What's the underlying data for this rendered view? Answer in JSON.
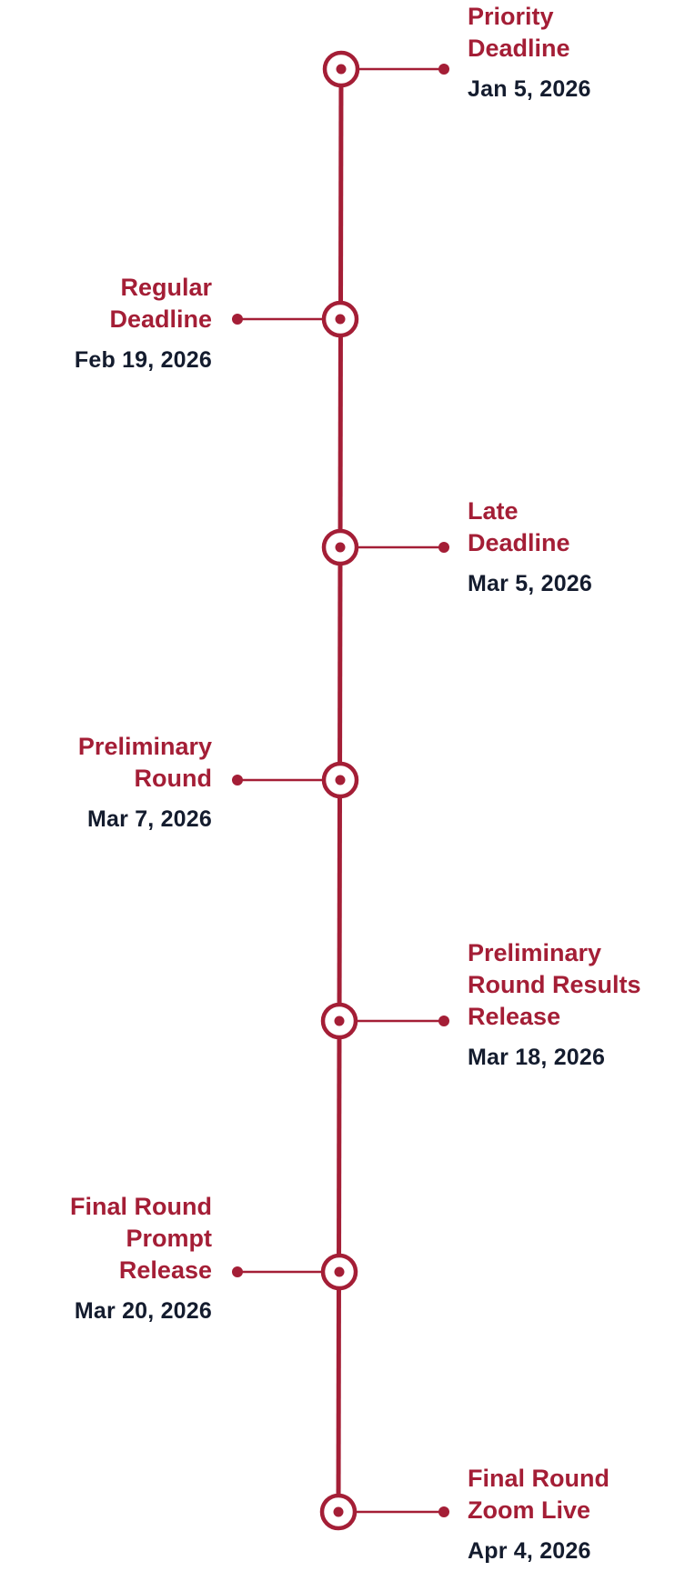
{
  "colors": {
    "accent": "#a41e36",
    "date_text": "#141c2e"
  },
  "events": [
    {
      "title_lines": [
        "Priority",
        "Deadline"
      ],
      "date": "Jan 5, 2026",
      "side": "right"
    },
    {
      "title_lines": [
        "Regular",
        "Deadline"
      ],
      "date": "Feb 19, 2026",
      "side": "left"
    },
    {
      "title_lines": [
        "Late",
        "Deadline"
      ],
      "date": "Mar 5, 2026",
      "side": "right"
    },
    {
      "title_lines": [
        "Preliminary",
        "Round"
      ],
      "date": "Mar 7, 2026",
      "side": "left"
    },
    {
      "title_lines": [
        "Preliminary",
        "Round Results",
        "Release"
      ],
      "date": "Mar 18, 2026",
      "side": "right"
    },
    {
      "title_lines": [
        "Final Round",
        "Prompt",
        "Release"
      ],
      "date": "Mar 20, 2026",
      "side": "left"
    },
    {
      "title_lines": [
        "Final Round",
        "Zoom Live"
      ],
      "date": "Apr 4, 2026",
      "side": "right"
    }
  ]
}
